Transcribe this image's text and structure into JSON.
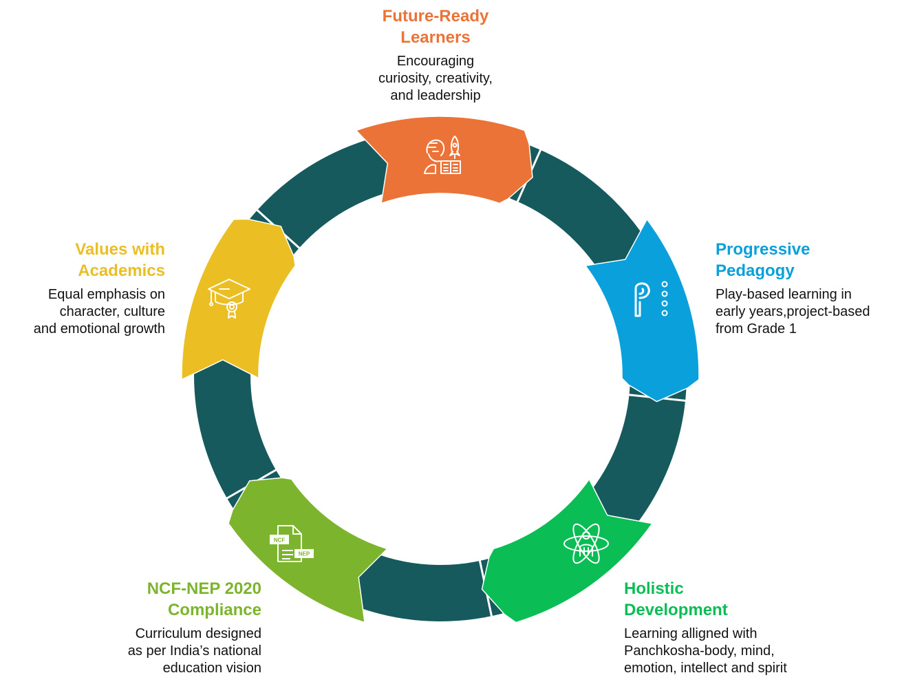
{
  "colors": {
    "ring": "#165a5e",
    "orange": "#eb7337",
    "blue": "#0aa0dc",
    "green": "#0abe55",
    "lime": "#7db42d",
    "yellow": "#ebbe23",
    "description": "#111111"
  },
  "segments": [
    {
      "id": "future-ready",
      "icon": "learner-rocket-icon",
      "title_lines": [
        "Future-Ready",
        "Learners"
      ],
      "desc_lines": [
        "Encouraging",
        "curiosity, creativity,",
        "and leadership"
      ]
    },
    {
      "id": "progressive",
      "icon": "p-dots-icon",
      "title_lines": [
        "Progressive",
        "Pedagogy"
      ],
      "desc_lines": [
        "Play-based learning in",
        "early years,project-based",
        "from Grade 1"
      ]
    },
    {
      "id": "holistic",
      "icon": "atom-icon",
      "title_lines": [
        "Holistic",
        "Development"
      ],
      "desc_lines": [
        "Learning alligned with",
        "Panchkosha-body, mind,",
        "emotion, intellect and spirit"
      ]
    },
    {
      "id": "ncf",
      "icon": "ncf-nep-document-icon",
      "icon_text": [
        "NCF",
        "NEP"
      ],
      "title_lines": [
        "NCF-NEP 2020",
        "Compliance"
      ],
      "desc_lines": [
        "Curriculum designed",
        "as per India’s national",
        "education vision"
      ]
    },
    {
      "id": "values",
      "icon": "graduation-cap-icon",
      "title_lines": [
        "Values with",
        "Academics"
      ],
      "desc_lines": [
        "Equal emphasis on",
        "character, culture",
        "and emotional growth"
      ]
    }
  ]
}
